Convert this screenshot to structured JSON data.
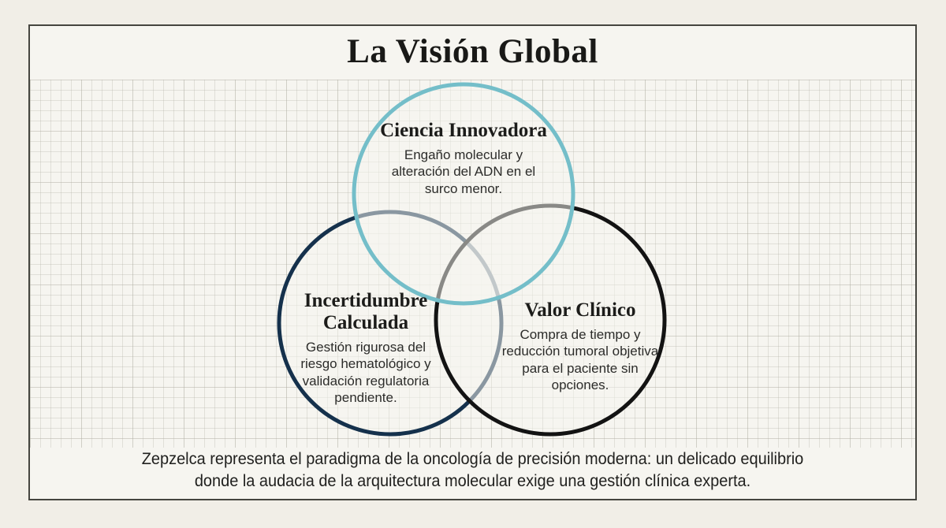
{
  "page": {
    "title": "La Visión Global",
    "background_color": "#f1eee7",
    "card_background": "#f6f5f0",
    "card_border_color": "#45453f"
  },
  "venn": {
    "circles": [
      {
        "name": "ciencia-innovadora",
        "title": "Ciencia Innovadora",
        "description": "Engaño molecular y alteración del ADN en el surco menor.",
        "stroke_color": "#74bec9"
      },
      {
        "name": "incertidumbre-calculada",
        "title": "Incertidumbre Calculada",
        "description": "Gestión rigurosa del riesgo hematológico y validación regulatoria pendiente.",
        "stroke_color": "#15314c"
      },
      {
        "name": "valor-clinico",
        "title": "Valor Clínico",
        "description": "Compra de tiempo y reducción tumoral objetiva para el paciente sin opciones.",
        "stroke_color": "#131313"
      }
    ]
  },
  "footer": {
    "line1": "Zepzelca representa el paradigma de la oncología de precisión moderna: un delicado equilibrio",
    "line2": "donde la audacia de la arquitectura molecular exige una gestión clínica experta."
  }
}
